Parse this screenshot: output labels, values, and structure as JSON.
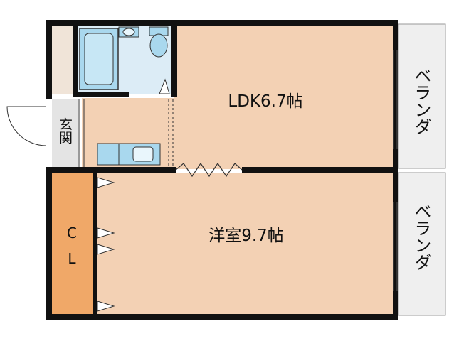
{
  "rooms": {
    "ldk": "LDK6.7帖",
    "western": "洋室9.7帖",
    "entrance": "玄関",
    "closet_line1": "C",
    "closet_line2": "L"
  },
  "balcony": {
    "upper": "ベランダ",
    "lower": "ベランダ"
  },
  "colors": {
    "wall": "#111111",
    "room_floor": "#f3d1b4",
    "closet_floor": "#f0a868",
    "wet_area": "#a9d8ee",
    "balcony_floor": "#efefef",
    "bath_floor": "#dcecf6"
  }
}
